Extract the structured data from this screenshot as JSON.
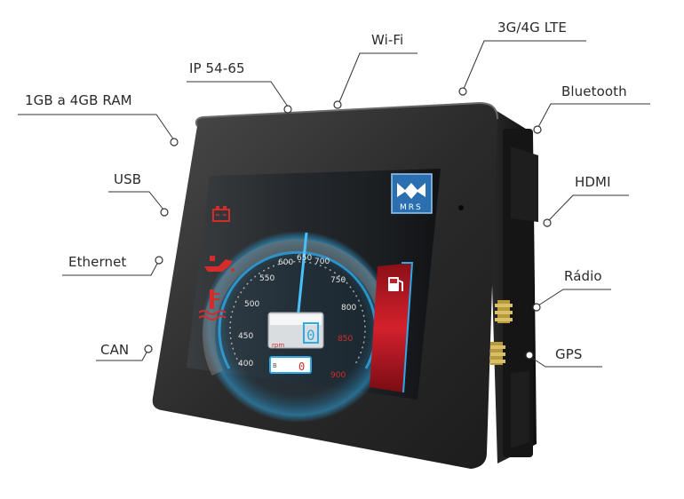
{
  "features": {
    "ram": "1GB a 4GB RAM",
    "ip": "IP 54-65",
    "wifi": "Wi-Fi",
    "lte": "3G/4G LTE",
    "bluetooth": "Bluetooth",
    "usb": "USB",
    "hdmi": "HDMI",
    "ethernet": "Ethernet",
    "radio": "Rádio",
    "can": "CAN",
    "gps": "GPS"
  },
  "display": {
    "logo_text": "MRS",
    "gauge_ticks": [
      "400",
      "450",
      "500",
      "550",
      "600",
      "650",
      "700",
      "750",
      "800",
      "850",
      "900"
    ],
    "digital_value": "0",
    "gear_value": "0",
    "icons": [
      "battery-warning-icon",
      "oil-pressure-icon",
      "coolant-temperature-icon",
      "fuel-icon"
    ],
    "colors": {
      "warning_red": "#d42b2b",
      "accent_blue": "#2fa8e6",
      "fuel_bar_red": "#c81e2a"
    }
  }
}
